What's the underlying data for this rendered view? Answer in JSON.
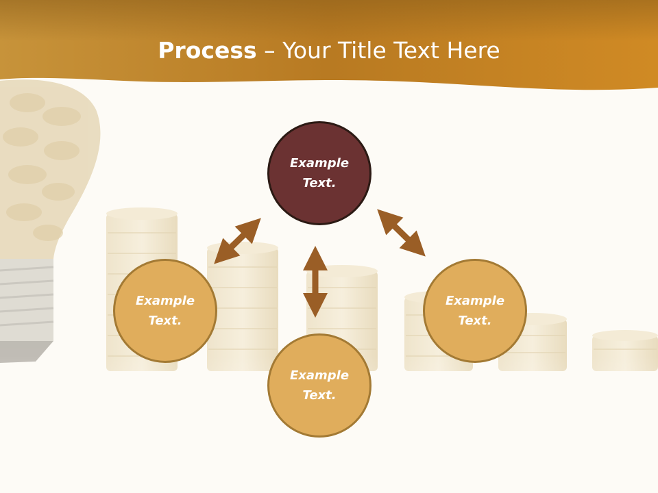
{
  "slide": {
    "title_bold": "Process",
    "title_rest": " – Your Title Text Here"
  },
  "diagram": {
    "nodes": [
      {
        "id": "top",
        "line1": "Example",
        "line2": "Text."
      },
      {
        "id": "left",
        "line1": "Example",
        "line2": "Text."
      },
      {
        "id": "bottom",
        "line1": "Example",
        "line2": "Text."
      },
      {
        "id": "right",
        "line1": "Example",
        "line2": "Text."
      }
    ]
  },
  "colors": {
    "header_gold": "#c98a2a",
    "top_circle": "#6b3232",
    "gold_circle": "#e0ad5c",
    "arrow": "#9a5e26",
    "background": "#fdfbf6"
  },
  "icons": [
    "double-arrow-icon",
    "lightbulb-coins-image",
    "coin-stacks-image"
  ]
}
